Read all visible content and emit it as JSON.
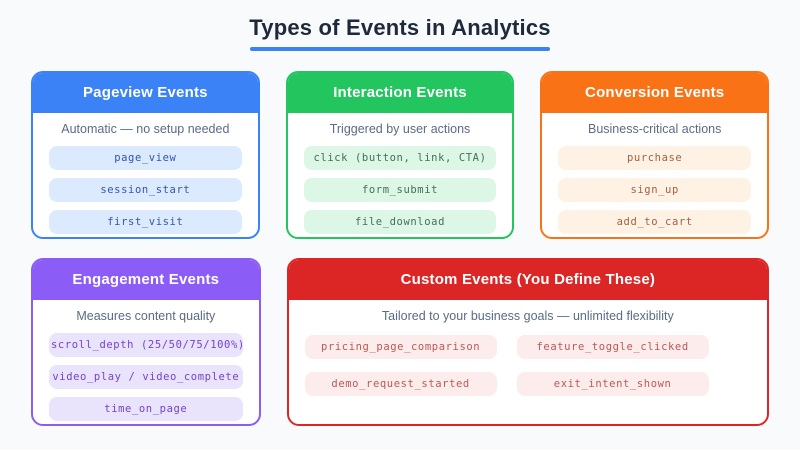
{
  "page": {
    "title": "Types of Events in Analytics",
    "title_color": "#1e293b",
    "underline_color": "#3b82f6",
    "background": "#f8fafc"
  },
  "cards": [
    {
      "title": "Pageview Events",
      "subtitle": "Automatic — no setup needed",
      "pills": [
        "page_view",
        "session_start",
        "first_visit"
      ],
      "colors": {
        "accent": "#3b82f6",
        "pill_bg": "#dbeafe",
        "pill_text": "#3056b3"
      }
    },
    {
      "title": "Interaction Events",
      "subtitle": "Triggered by user actions",
      "pills": [
        "click (button, link, CTA)",
        "form_submit",
        "file_download"
      ],
      "colors": {
        "accent": "#22c55e",
        "pill_bg": "#dcf7e6",
        "pill_text": "#44705b"
      }
    },
    {
      "title": "Conversion Events",
      "subtitle": "Business-critical actions",
      "pills": [
        "purchase",
        "sign_up",
        "add_to_cart"
      ],
      "colors": {
        "accent": "#f97316",
        "pill_bg": "#fdf2e3",
        "pill_text": "#a8603f"
      }
    },
    {
      "title": "Engagement Events",
      "subtitle": "Measures content quality",
      "pills": [
        "scroll_depth (25/50/75/100%)",
        "video_play / video_complete",
        "time_on_page"
      ],
      "colors": {
        "accent": "#8b5cf6",
        "pill_bg": "#e9e3fb",
        "pill_text": "#7443cf"
      }
    },
    {
      "title": "Custom Events (You Define These)",
      "subtitle": "Tailored to your business goals — unlimited flexibility",
      "pills": [
        "pricing_page_comparison",
        "feature_toggle_clicked",
        "demo_request_started",
        "exit_intent_shown"
      ],
      "colors": {
        "accent": "#dc2626",
        "pill_bg": "#fdecec",
        "pill_text": "#bc5855"
      }
    }
  ]
}
